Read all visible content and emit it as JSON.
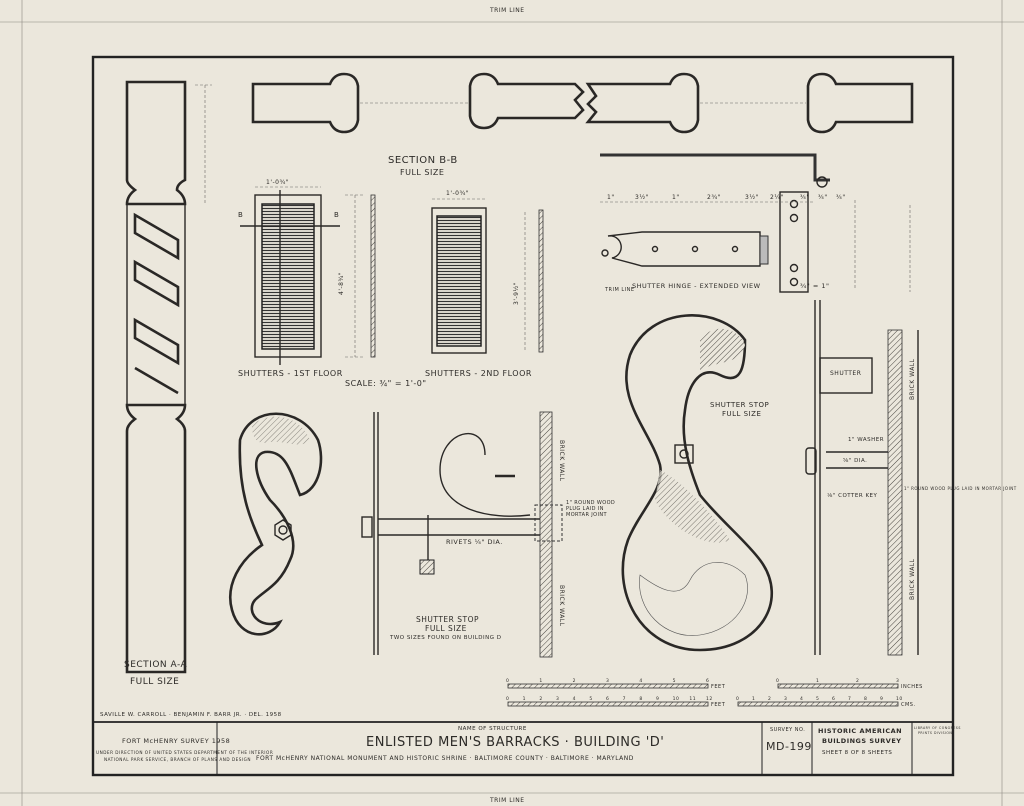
{
  "sheet": {
    "trim_line_top": "TRIM LINE",
    "trim_line_bottom": "TRIM LINE",
    "trim_line_mid": "TRIM LINE"
  },
  "drawings": {
    "section_bb": {
      "title": "SECTION B-B",
      "subtitle": "FULL SIZE"
    },
    "section_aa": {
      "title": "SECTION A-A",
      "subtitle": "FULL SIZE"
    },
    "shutters_1st": {
      "title": "SHUTTERS - 1ST FLOOR",
      "width_dim": "1'-0¾\"",
      "height_dim": "4'-8¾\""
    },
    "shutters_2nd": {
      "title": "SHUTTERS - 2ND FLOOR",
      "width_dim": "1'-0¾\"",
      "height_dim": "3'-9½\""
    },
    "shutter_scale": "SCALE: ¾\" = 1'-0\"",
    "hinge": {
      "title": "SHUTTER HINGE - EXTENDED VIEW",
      "scale": "¾\" = 1\"",
      "dims": [
        "1\"",
        "3½\"",
        "1\"",
        "2¾\"",
        "3½\"",
        "2¼\"",
        "¾\"",
        "¾\"",
        "¾\""
      ]
    },
    "stop_left": {
      "title": "SHUTTER STOP",
      "subtitle": "FULL SIZE",
      "note": "TWO SIZES FOUND ON BUILDING D",
      "rivets": "RIVETS ¼\" DIA.",
      "plug": "1\" ROUND WOOD PLUG LAID IN MORTAR JOINT",
      "wall": "BRICK WALL"
    },
    "stop_right": {
      "title": "SHUTTER STOP",
      "subtitle": "FULL SIZE",
      "shutter": "SHUTTER",
      "washer": "1\" WASHER",
      "dia": "⅝\" DIA.",
      "cotter": "⅛\" COTTER KEY",
      "plug": "1\" ROUND WOOD PLUG LAID IN MORTAR JOINT",
      "wall": "BRICK WALL"
    }
  },
  "scales": {
    "left_top": {
      "ticks": [
        "0",
        "1",
        "2",
        "3",
        "4",
        "5",
        "6"
      ],
      "unit": "FEET"
    },
    "left_bottom": {
      "ticks": [
        "0",
        "1",
        "2",
        "3",
        "4",
        "5",
        "6",
        "7",
        "8",
        "9",
        "10",
        "11",
        "12"
      ],
      "unit": "FEET"
    },
    "right_top": {
      "ticks": [
        "0",
        "1",
        "2",
        "3"
      ],
      "unit": "INCHES"
    },
    "right_bottom": {
      "ticks": [
        "0",
        "1",
        "2",
        "3",
        "4",
        "5",
        "6",
        "7",
        "8",
        "9",
        "10"
      ],
      "unit": "CMS."
    }
  },
  "title_block": {
    "delineators": "SAVILLE W. CARROLL · BENJAMIN F. BARR JR. · DEL. 1958",
    "survey_name": "FORT McHENRY SURVEY 1958",
    "direction_1": "UNDER DIRECTION OF UNITED STATES DEPARTMENT OF THE INTERIOR",
    "direction_2": "NATIONAL PARK SERVICE, BRANCH OF PLANS AND DESIGN",
    "name_label": "NAME OF STRUCTURE",
    "structure": "ENLISTED MEN'S BARRACKS · BUILDING 'D'",
    "location": "FORT McHENRY NATIONAL MONUMENT AND HISTORIC SHRINE · BALTIMORE COUNTY · BALTIMORE · MARYLAND",
    "survey_no_label": "SURVEY NO.",
    "survey_no": "MD-199",
    "habs_1": "HISTORIC AMERICAN",
    "habs_2": "BUILDINGS SURVEY",
    "sheet_info": "SHEET 8 OF 8 SHEETS",
    "library_1": "LIBRARY OF CONGRESS",
    "library_2": "PRINTS DIVISION"
  }
}
